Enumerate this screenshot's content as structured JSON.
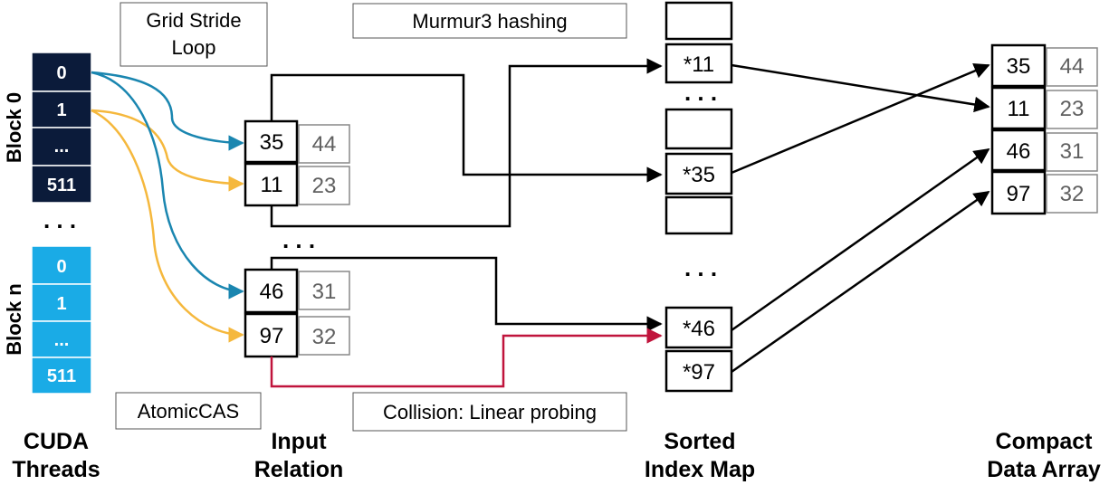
{
  "notes": {
    "grid_stride_line1": "Grid Stride",
    "grid_stride_line2": "Loop",
    "murmur": "Murmur3 hashing",
    "atomic": "AtomicCAS",
    "collision": "Collision: Linear probing"
  },
  "blocks": {
    "block0_label": "Block 0",
    "blockn_label": "Block n",
    "block0_cells": [
      "0",
      "1",
      "...",
      "511"
    ],
    "blockn_cells": [
      "0",
      "1",
      "...",
      "511"
    ],
    "between_dots": ". . .",
    "dark_color": "#0b1b3a",
    "light_color": "#1aabe6"
  },
  "input_relation": {
    "rows": [
      {
        "key": "35",
        "value": "44"
      },
      {
        "key": "11",
        "value": "23"
      },
      {
        "key": "46",
        "value": "31"
      },
      {
        "key": "97",
        "value": "32"
      }
    ],
    "dots": ". . ."
  },
  "index_map": {
    "cells": [
      "",
      "*11",
      "",
      "*35",
      "",
      "*46",
      "*97"
    ],
    "dots_top": ". . .",
    "dots_bottom": ". . ."
  },
  "compact": {
    "rows": [
      {
        "key": "35",
        "value": "44"
      },
      {
        "key": "11",
        "value": "23"
      },
      {
        "key": "46",
        "value": "31"
      },
      {
        "key": "97",
        "value": "32"
      }
    ]
  },
  "column_labels": {
    "cuda_1": "CUDA",
    "cuda_2": "Threads",
    "input_1": "Input",
    "input_2": "Relation",
    "sorted_1": "Sorted",
    "sorted_2": "Index Map",
    "compact_1": "Compact",
    "compact_2": "Data Array"
  },
  "colors": {
    "blue_arrow": "#1a86b0",
    "yellow_arrow": "#f5b83d",
    "collision": "#c0143c",
    "value_text": "#606060"
  }
}
